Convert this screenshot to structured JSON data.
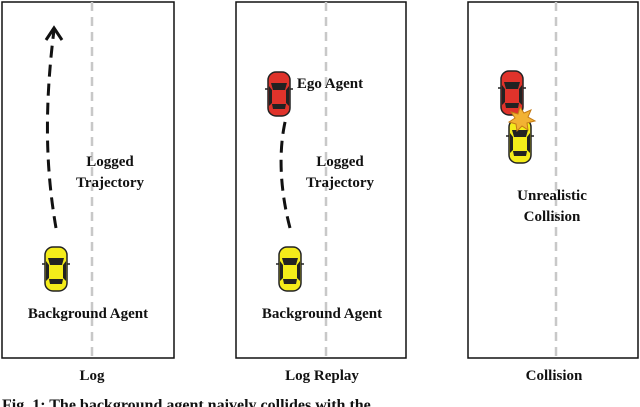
{
  "panels": [
    {
      "id": "log",
      "title": "Log",
      "trajectory_label_line1": "Logged",
      "trajectory_label_line2": "Trajectory",
      "background_agent_label": "Background Agent"
    },
    {
      "id": "log-replay",
      "title": "Log Replay",
      "ego_agent_label": "Ego Agent",
      "trajectory_label_line1": "Logged",
      "trajectory_label_line2": "Trajectory",
      "background_agent_label": "Background Agent"
    },
    {
      "id": "collision",
      "title": "Collision",
      "collision_label_line1": "Unrealistic",
      "collision_label_line2": "Collision"
    }
  ],
  "caption": "Fig. 1: The background agent naively collides with the",
  "colors": {
    "background_agent": "#f4ec1a",
    "ego_agent": "#e0332b",
    "lane_divider": "#c8c8c8",
    "collision_burst": "#f2b233",
    "trajectory": "#111111"
  }
}
